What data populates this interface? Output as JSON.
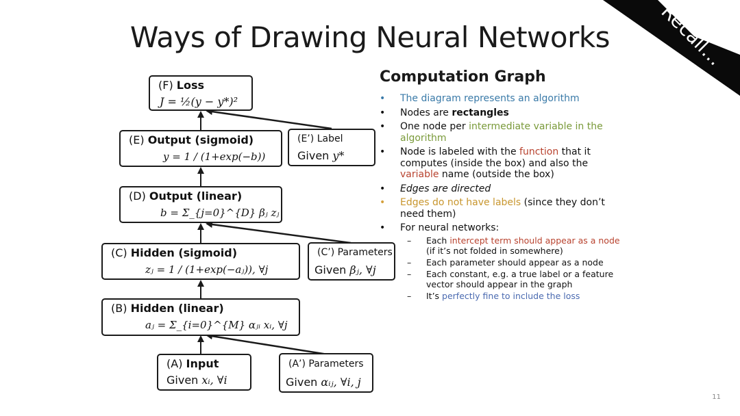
{
  "title": "Ways of Drawing Neural Networks",
  "recall_banner": "Recall…",
  "page_number": "11",
  "nodes": {
    "F": {
      "tag": "(F)",
      "name": "Loss",
      "formula": "J = ½(y − y*)²"
    },
    "E": {
      "tag": "(E)",
      "name": "Output (sigmoid)",
      "formula": "y = 1 / (1+exp(−b))"
    },
    "E_prime": {
      "tag": "(E’)",
      "name": "Label",
      "given": "Given",
      "var": "y*"
    },
    "D": {
      "tag": "(D)",
      "name": "Output (linear)",
      "formula": "b = Σ_{j=0}^{D} βⱼ zⱼ"
    },
    "C": {
      "tag": "(C)",
      "name": "Hidden (sigmoid)",
      "formula": "zⱼ = 1 / (1+exp(−aⱼ)),  ∀j"
    },
    "C_prime": {
      "tag": "(C’)",
      "name": "Parameters",
      "given": "Given",
      "var": "βⱼ, ∀j"
    },
    "B": {
      "tag": "(B)",
      "name": "Hidden (linear)",
      "formula": "aⱼ = Σ_{i=0}^{M} αⱼᵢ xᵢ,  ∀j"
    },
    "A": {
      "tag": "(A)",
      "name": "Input",
      "given": "Given",
      "var": "xᵢ,  ∀i"
    },
    "A_prime": {
      "tag": "(A’)",
      "name": "Parameters",
      "given": "Given",
      "var": "αᵢⱼ, ∀i, j"
    }
  },
  "computation_graph": {
    "heading": "Computation Graph",
    "bullets": {
      "b1": "The diagram represents an algorithm",
      "b2_pre": "Nodes are ",
      "b2_bold": "rectangles",
      "b3_pre": "One node per ",
      "b3_hl": "intermediate variable in the algorithm",
      "b4_a": "Node is labeled with the ",
      "b4_fn": "function",
      "b4_b": " that it computes (inside the box) and also the ",
      "b4_var": "variable",
      "b4_c": " name (outside the box)",
      "b5": "Edges are directed",
      "b6_hl": "Edges do not have labels",
      "b6_rest": " (since they don’t need them)",
      "b7": "For neural networks:"
    },
    "sub": {
      "s1_pre": "Each ",
      "s1_hl": "intercept term should appear as a node",
      "s1_rest": " (if it’s not folded in somewhere)",
      "s2": "Each parameter should appear as a node",
      "s3": "Each constant, e.g. a true label or a feature vector should appear in the graph",
      "s4_pre": "It’s ",
      "s4_hl": "perfectly fine to include the loss"
    }
  },
  "colors": {
    "blue": "#3a7aa8",
    "green": "#7a9a3a",
    "red": "#b8422e",
    "orange": "#c8962e",
    "purple": "#4a6ab0",
    "banner": "#0a0a0a"
  }
}
